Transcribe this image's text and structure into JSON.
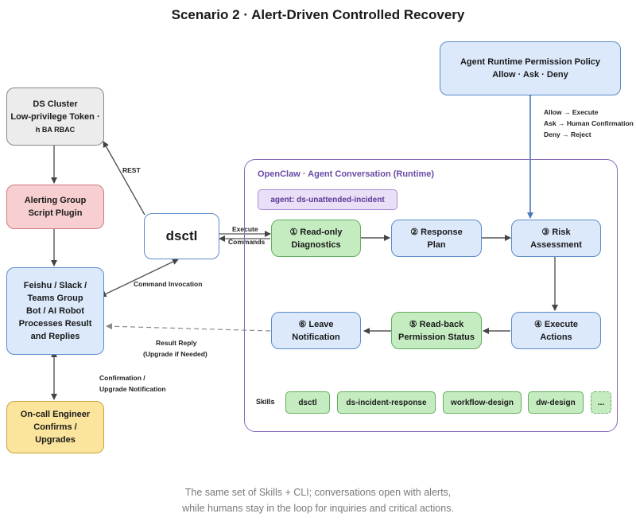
{
  "title": "Scenario 2 · Alert-Driven Controlled Recovery",
  "nodes": {
    "ds_cluster": {
      "line1": "DS Cluster",
      "line2": "Low-privilege Token ·",
      "line3": "ł℩ BA RBAC"
    },
    "alerting": {
      "line1": "Alerting Group",
      "line2": "Script Plugin"
    },
    "chat": {
      "line1": "Feishu / Slack /",
      "line2": "Teams Group",
      "line3": "Bot / AI Robot",
      "line4": "Processes Result",
      "line5": "and Replies"
    },
    "oncall": {
      "line1": "On-call Engineer",
      "line2": "Confirms /",
      "line3": "Upgrades"
    },
    "dsctl": {
      "label": "dsctl"
    },
    "policy": {
      "line1": "Agent Runtime Permission Policy",
      "line2": "Allow · Ask · Deny"
    },
    "step1": {
      "line1": "① Read-only",
      "line2": "Diagnostics"
    },
    "step2": {
      "line1": "② Response",
      "line2": "Plan"
    },
    "step3": {
      "line1": "③ Risk",
      "line2": "Assessment"
    },
    "step4": {
      "line1": "④ Execute",
      "line2": "Actions"
    },
    "step5": {
      "line1": "⑤ Read-back",
      "line2": "Permission Status"
    },
    "step6": {
      "line1": "⑥ Leave",
      "line2": "Notification"
    }
  },
  "runtime": {
    "title": "OpenClaw · Agent Conversation (Runtime)",
    "agent": "agent: ds-unattended-incident",
    "skills_label": "Skills",
    "skills": [
      "dsctl",
      "ds-incident-response",
      "workflow-design",
      "dw-design",
      "..."
    ]
  },
  "edge_labels": {
    "rest": "REST",
    "execute_1": "Execute",
    "execute_2": "Commands",
    "command_invocation": "Command Invocation",
    "result_reply_1": "Result Reply",
    "result_reply_2": "(Upgrade if Needed)",
    "confirmation_1": "Confirmation /",
    "confirmation_2": "Upgrade Notification",
    "policy_1": "Allow → Execute",
    "policy_2": "Ask → Human Confirmation",
    "policy_3": "Deny → Reject"
  },
  "footer": {
    "line1": "The same set of Skills + CLI; conversations open with alerts,",
    "line2": "while humans stay in the loop for inquiries and critical actions."
  }
}
